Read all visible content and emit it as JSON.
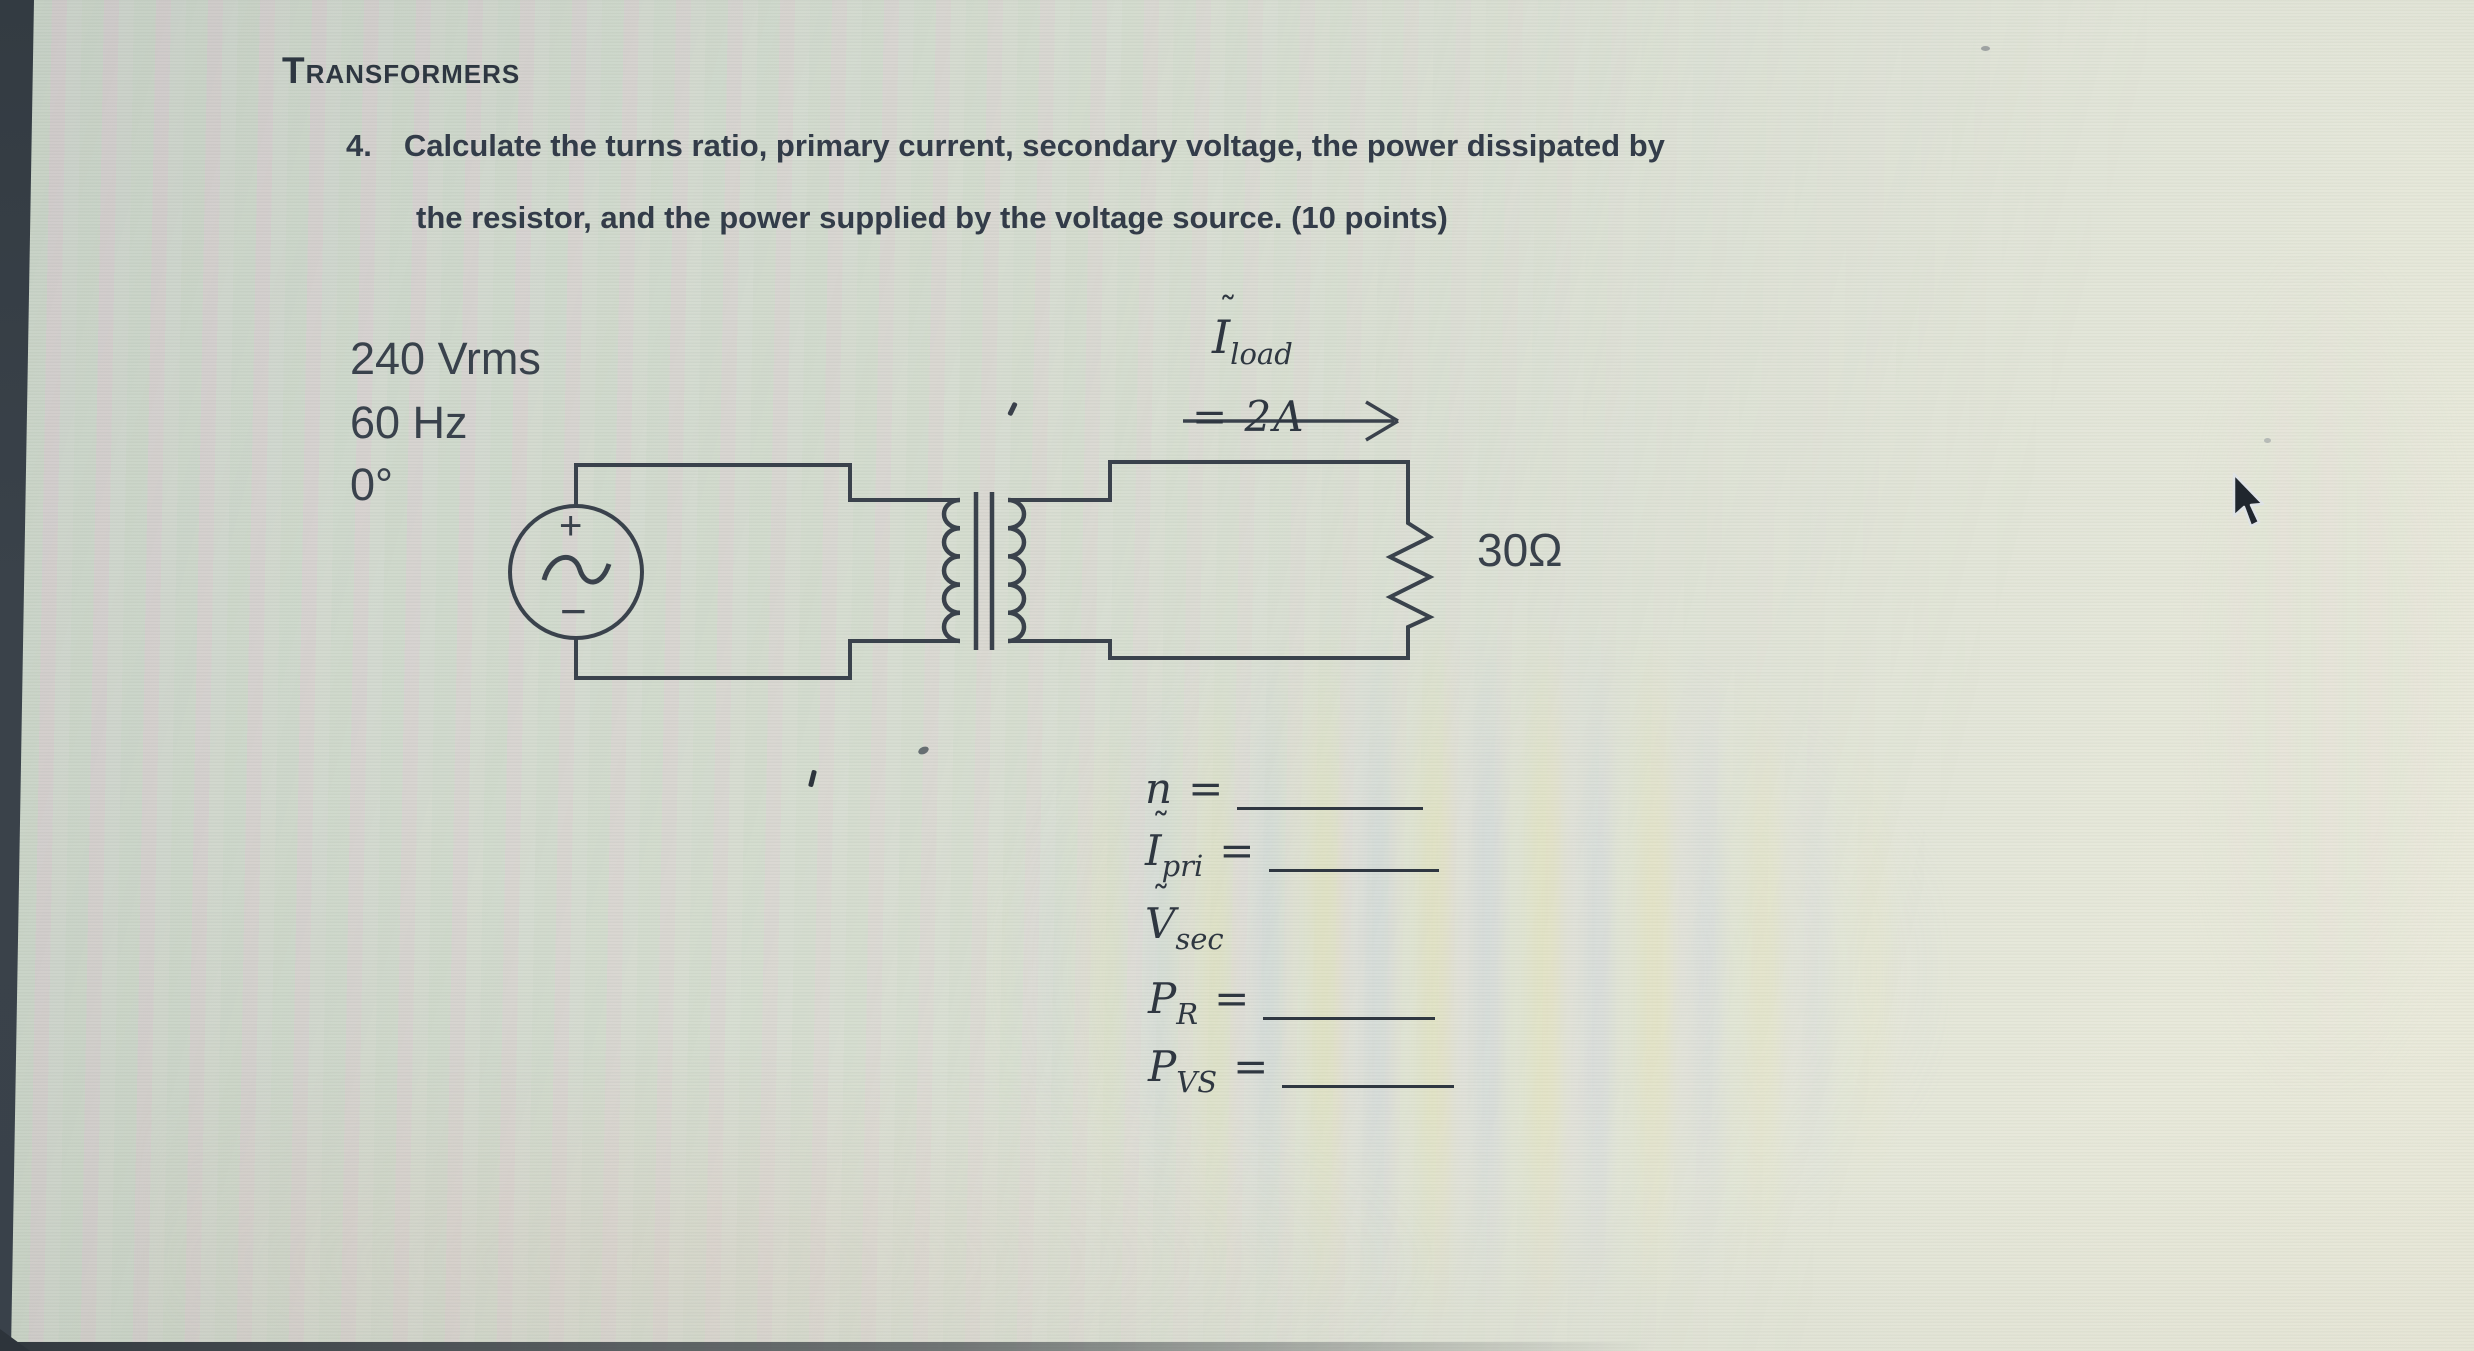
{
  "header": {
    "title": "Transformers"
  },
  "problem": {
    "number": "4.",
    "line1": "Calculate the turns ratio, primary current, secondary voltage, the power dissipated by",
    "line2": "the resistor, and the power supplied by the voltage source. (10 points)"
  },
  "source": {
    "labels": [
      "240 Vrms",
      "60 Hz",
      "0°"
    ],
    "plus": "+",
    "minus": "−"
  },
  "load": {
    "tilde": "˜",
    "base": "I",
    "sub": "load",
    "crossed_value": "= 2A"
  },
  "resistor": {
    "value": "30Ω"
  },
  "answers": [
    {
      "tilde": "",
      "base": "n",
      "sub": "",
      "eq": "="
    },
    {
      "tilde": "˜",
      "base": "I",
      "sub": "pri",
      "eq": "="
    },
    {
      "tilde": "˜",
      "base": "V",
      "sub": "sec",
      "eq": ""
    },
    {
      "tilde": "",
      "base": "P",
      "sub": "R",
      "eq": "="
    },
    {
      "tilde": "",
      "base": "P",
      "sub": "VS",
      "eq": "="
    }
  ],
  "colors": {
    "ink": "#333b46",
    "wire": "#3a424c",
    "bezel": "#39414a",
    "background": "#d6dcd2"
  }
}
